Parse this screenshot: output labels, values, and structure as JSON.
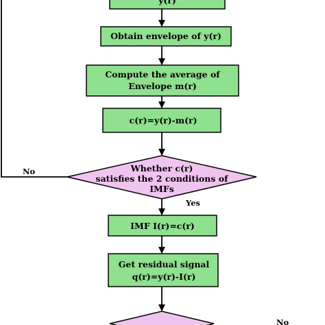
{
  "nodes": {
    "top": {
      "line1": "y(r)"
    },
    "envelope": {
      "line1": "Obtain envelope of y(r)"
    },
    "average": {
      "line1": "Compute the average of",
      "line2": "Envelope m(r)"
    },
    "component": {
      "line1": "c(r)=y(r)-m(r)"
    },
    "decision": {
      "line1": "Whether c(r)",
      "line2": "satisfies the 2 conditions of",
      "line3": "IMFs"
    },
    "imf": {
      "line1": "IMF I(r)=c(r)"
    },
    "residual": {
      "line1": "Get residual signal",
      "line2": "q(r)=y(r)-I(r)"
    }
  },
  "edges": {
    "no_label": "No",
    "yes_label": "Yes",
    "no_label_bottom": "No"
  },
  "colors": {
    "process_fill": "#8fe08f",
    "decision_fill": "#efc4ef",
    "stroke": "#000000"
  }
}
